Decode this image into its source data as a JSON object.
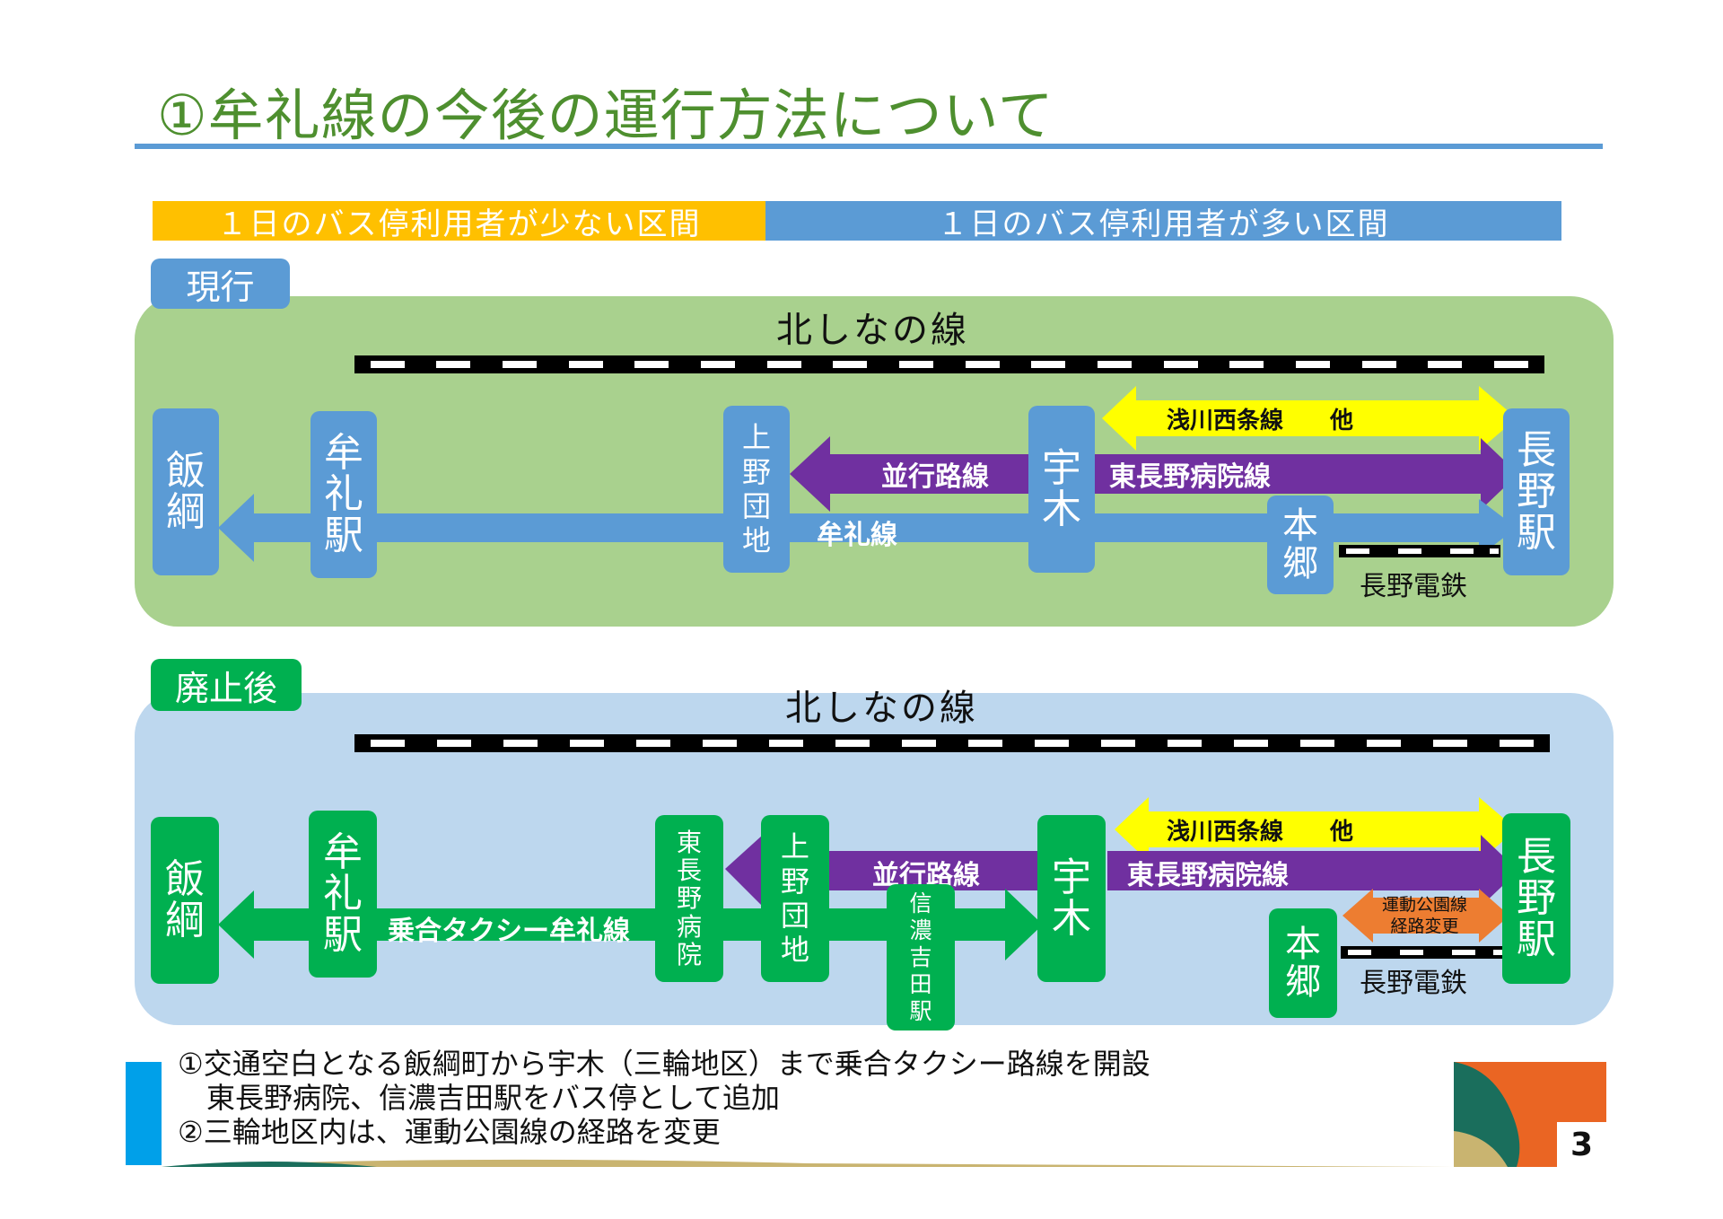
{
  "title": "①牟礼線の今後の運行方法について",
  "legend": {
    "low": "１日のバス停利用者が少ない区間",
    "high": "１日のバス停利用者が多い区間",
    "low_color": "#ffc000",
    "high_color": "#5b9bd5"
  },
  "current": {
    "tag": "現行",
    "rail_name": "北しなの線",
    "stations": {
      "iizuna": [
        "飯",
        "綱"
      ],
      "mure": [
        "牟",
        "礼",
        "駅"
      ],
      "kamino": [
        "上",
        "野",
        "団",
        "地"
      ],
      "uki": [
        "宇",
        "木"
      ],
      "hongo": [
        "本",
        "郷"
      ],
      "nagano": [
        "長",
        "野",
        "駅"
      ]
    },
    "routes": {
      "asakawa": "浅川西条線　　他",
      "heiko": "並行路線",
      "higashi": "東長野病院線",
      "mure_line": "牟礼線"
    },
    "nagano_dentetsu": "長野電鉄"
  },
  "after": {
    "tag": "廃止後",
    "rail_name": "北しなの線",
    "stations": {
      "iizuna": [
        "飯",
        "綱"
      ],
      "mure": [
        "牟",
        "礼",
        "駅"
      ],
      "hospital": [
        "東",
        "長",
        "野",
        "病",
        "院"
      ],
      "kamino": [
        "上",
        "野",
        "団",
        "地"
      ],
      "shinano": [
        "信",
        "濃",
        "吉",
        "田",
        "駅"
      ],
      "uki": [
        "宇",
        "木"
      ],
      "hongo": [
        "本",
        "郷"
      ],
      "nagano": [
        "長",
        "野",
        "駅"
      ]
    },
    "routes": {
      "asakawa": "浅川西条線　　他",
      "heiko": "並行路線",
      "higashi": "東長野病院線",
      "taxi": "乗合タクシー牟礼線",
      "undo_1": "運動公園線",
      "undo_2": "経路変更"
    },
    "nagano_dentetsu": "長野電鉄"
  },
  "notes": [
    "①交通空白となる飯綱町から宇木（三輪地区）まで乗合タクシー路線を開設",
    "　東長野病院、信濃吉田駅をバス停として追加",
    "②三輪地区内は、運動公園線の経路を変更"
  ],
  "page_number": "3",
  "colors": {
    "title_green": "#4e8f2f",
    "panel_green": "#a9d18e",
    "panel_blue": "#bdd7ee",
    "station_blue": "#5b9bd5",
    "station_green": "#00b050",
    "tag_green": "#00b050",
    "route_purple": "#7030a0",
    "route_yellow": "#ffff00",
    "route_orange": "#ed7d31"
  }
}
